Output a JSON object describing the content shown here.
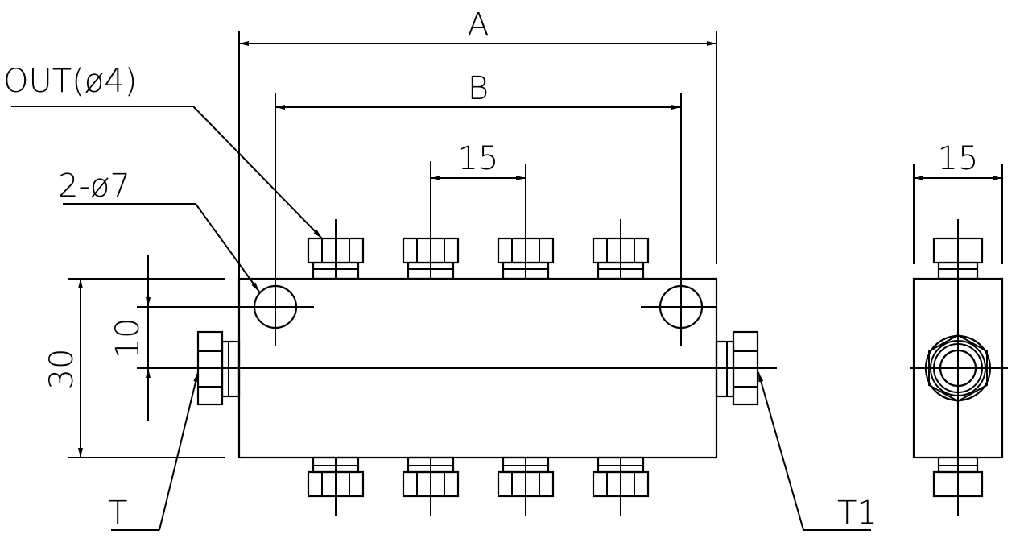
{
  "labels": {
    "dim_a": "A",
    "dim_b": "B",
    "dim_pitch": "15",
    "dim_side_width": "15",
    "dim_height": "30",
    "dim_hole_offset": "10",
    "callout_out": "OUT(ø4)",
    "callout_holes": "2-ø7",
    "port_t": "T",
    "port_t1": "T1"
  },
  "colors": {
    "line": "#000000",
    "background": "#ffffff"
  }
}
